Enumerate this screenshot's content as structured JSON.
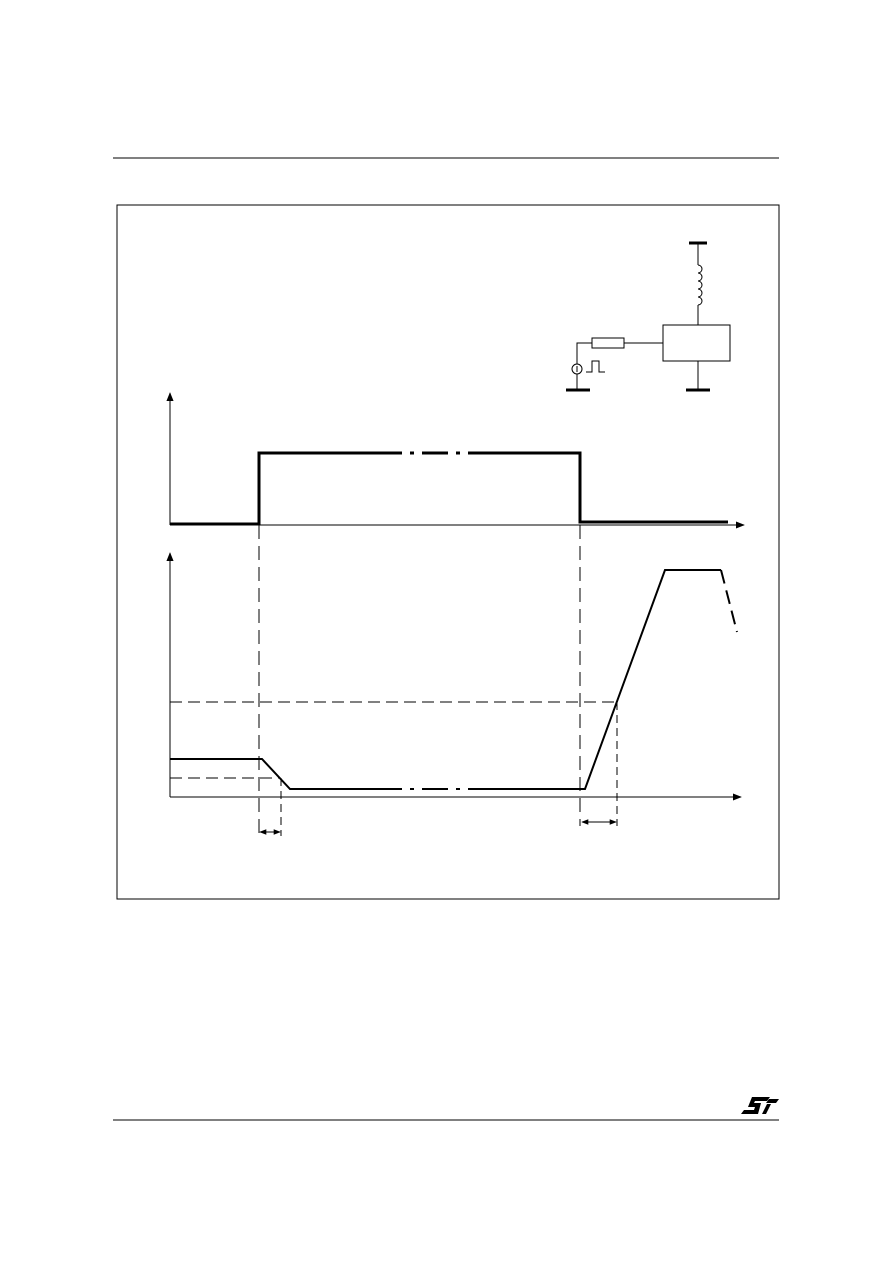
{
  "page": {
    "background": "#ffffff",
    "ink_color": "#000000"
  },
  "header": {
    "rule": "horizontal-line"
  },
  "figure": {
    "frame": "bordered-box",
    "circuit": {
      "components": [
        "supply-terminal",
        "inductor",
        "device-block",
        "series-resistor",
        "pulse-source",
        "ground-bar",
        "ground-bar"
      ],
      "source_symbol": "square-pulse-icon"
    },
    "input_waveform": {
      "shape": "rectangular-pulse",
      "levels": [
        "low",
        "high",
        "low"
      ],
      "break_style": "dash-dot"
    },
    "output_waveform": {
      "shape": "falls-then-ramps-up",
      "reference_levels": 2,
      "break_style": "dash-dot"
    },
    "delay_markers": [
      {
        "name": "turn-on-delay-marker"
      },
      {
        "name": "turn-off-delay-marker"
      }
    ]
  },
  "footer": {
    "logo": "st-logo",
    "rule": "horizontal-line"
  }
}
